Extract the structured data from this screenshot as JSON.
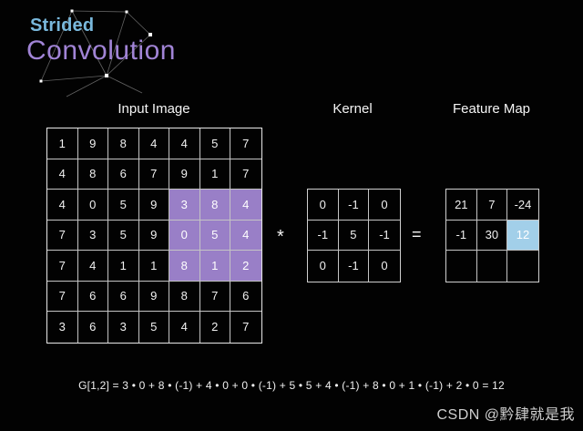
{
  "title": {
    "line1": "Strided",
    "line2": "Convolution"
  },
  "sections": {
    "input_label": "Input Image",
    "kernel_label": "Kernel",
    "feature_label": "Feature Map"
  },
  "operators": {
    "convolve": "*",
    "equals": "="
  },
  "input_grid": {
    "rows": [
      [
        1,
        9,
        8,
        4,
        4,
        5,
        7
      ],
      [
        4,
        8,
        6,
        7,
        9,
        1,
        7
      ],
      [
        4,
        0,
        5,
        9,
        3,
        8,
        4
      ],
      [
        7,
        3,
        5,
        9,
        0,
        5,
        4
      ],
      [
        7,
        4,
        1,
        1,
        8,
        1,
        2
      ],
      [
        7,
        6,
        6,
        9,
        8,
        7,
        6
      ],
      [
        3,
        6,
        3,
        5,
        4,
        2,
        7
      ]
    ],
    "highlight_class": "purple",
    "highlight_cells": [
      [
        2,
        4
      ],
      [
        2,
        5
      ],
      [
        2,
        6
      ],
      [
        3,
        4
      ],
      [
        3,
        5
      ],
      [
        3,
        6
      ],
      [
        4,
        4
      ],
      [
        4,
        5
      ],
      [
        4,
        6
      ]
    ]
  },
  "kernel_grid": {
    "rows": [
      [
        0,
        -1,
        0
      ],
      [
        -1,
        5,
        -1
      ],
      [
        0,
        -1,
        0
      ]
    ],
    "highlight_class": "none",
    "highlight_cells": []
  },
  "feature_grid": {
    "rows": [
      [
        21,
        7,
        -24
      ],
      [
        -1,
        30,
        12
      ],
      [
        "",
        "",
        ""
      ]
    ],
    "highlight_class": "blue",
    "highlight_cells": [
      [
        1,
        2
      ]
    ]
  },
  "formula": "G[1,2] = 3 • 0 + 8 • (-1) + 4 • 0 + 0 • (-1) + 5 • 5 + 4 • (-1) + 8 • 0 + 1 • (-1) + 2 • 0 = 12",
  "watermark": "CSDN @黔肆就是我",
  "colors": {
    "accent_blue": "#79b8dc",
    "accent_purple": "#a184d6",
    "highlight_purple": "#997fc7",
    "highlight_blue": "#a2cfe9",
    "background": "#020202"
  }
}
